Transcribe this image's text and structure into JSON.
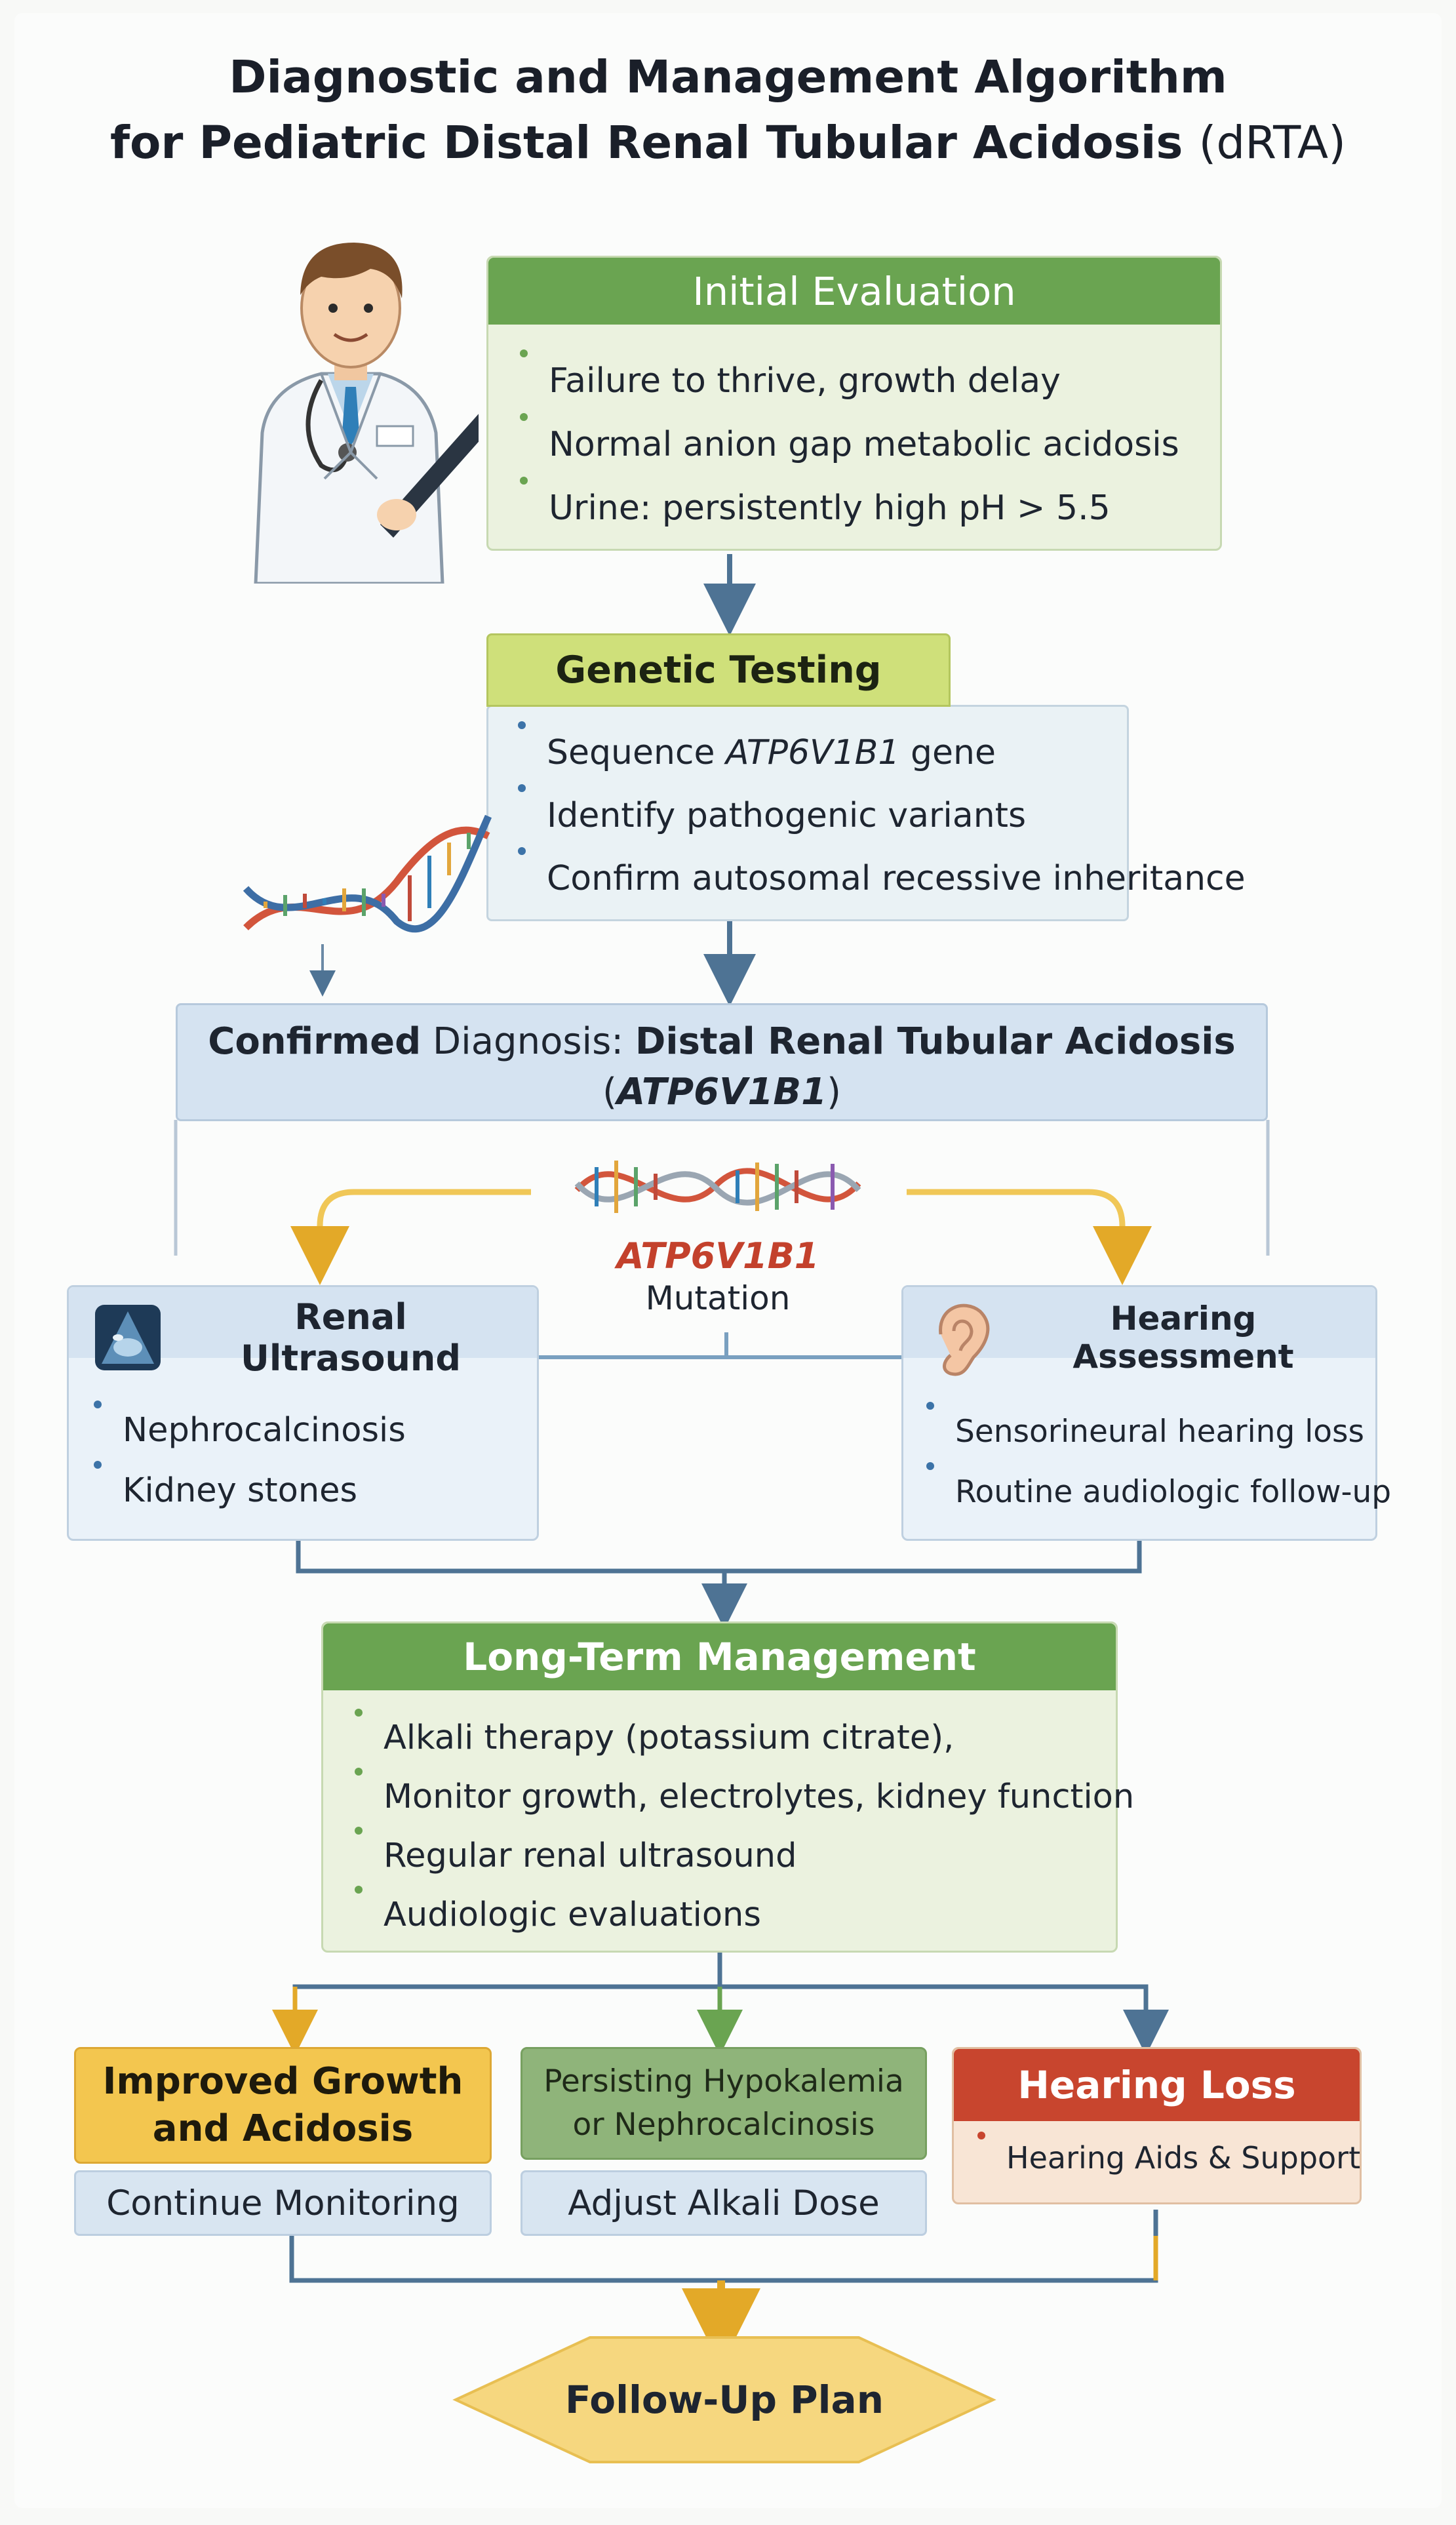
{
  "title": {
    "line1": "Diagnostic and Management Algorithm",
    "line2_main": "for Pediatric Distal Renal Tubular Acidosis",
    "line2_suffix": "(dRTA)"
  },
  "initial_evaluation": {
    "header": "Initial Evaluation",
    "items": [
      "Failure to thrive, growth delay",
      "Normal anion gap metabolic acidosis",
      "Urine: persistently high pH > 5.5"
    ]
  },
  "genetic_testing": {
    "header": "Genetic Testing",
    "item1_prefix": "Sequence",
    "item1_gene": "ATP6V1B1",
    "item1_suffix": "gene",
    "item2": "Identify pathogenic variants",
    "item3": "Confirm autosomal recessive inheritance"
  },
  "confirmed": {
    "bold1": "Confirmed",
    "normal": "Diagnosis:",
    "bold2": "Distal Renal Tubular Acidosis",
    "line2_open": "(",
    "line2_gene": "ATP6V1B1",
    "line2_close": ")"
  },
  "mutation": {
    "gene": "ATP6V1B1",
    "label": "Mutation"
  },
  "renal_ultrasound": {
    "header": "Renal Ultrasound",
    "items": [
      "Nephrocalcinosis",
      "Kidney stones"
    ]
  },
  "hearing_assessment": {
    "header": "Hearing Assessment",
    "items": [
      "Sensorineural hearing loss",
      "Routine audiologic follow-up"
    ]
  },
  "long_term": {
    "header": "Long-Term Management",
    "items": [
      "Alkali therapy (potassium citrate),",
      "Monitor growth, electrolytes, kidney function",
      "Regular renal ultrasound",
      "Audiologic evaluations"
    ]
  },
  "outcomes": {
    "improved": {
      "line1": "Improved Growth",
      "line2": "and Acidosis",
      "action": "Continue Monitoring"
    },
    "persisting": {
      "line1": "Persisting Hypokalemia",
      "line2": "or Nephrocalcinosis",
      "action": "Adjust Alkali Dose"
    },
    "hearing_loss": {
      "header": "Hearing Loss",
      "item": "Hearing Aids & Support"
    }
  },
  "follow_up": "Follow-Up Plan",
  "colors": {
    "green_header": "#6aa451",
    "green_body": "#ebf2df",
    "lime_header": "#cfe07a",
    "blue_header": "#d5e3f1",
    "blue_body": "#eaf2f9",
    "yellow": "#f3c64f",
    "red_header": "#c8452e",
    "red_body": "#f8e5d5",
    "diamond": "#f6d77f",
    "arrow": "#4e7394"
  },
  "icons": [
    "doctor-illustration",
    "dna-helix-icon",
    "dna-helix-icon",
    "ultrasound-icon",
    "ear-icon"
  ]
}
